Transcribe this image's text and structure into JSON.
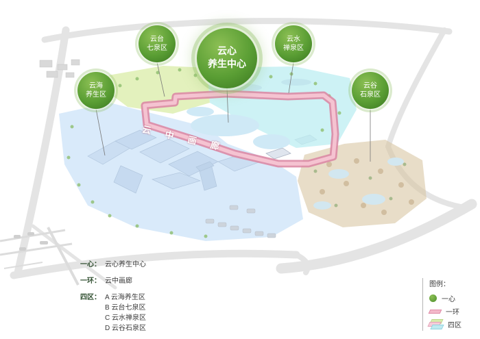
{
  "bubbles": [
    {
      "line1": "云台",
      "line2": "七泉区"
    },
    {
      "line1": "云心",
      "line2": "养生中心"
    },
    {
      "line1": "云水",
      "line2": "禅泉区"
    },
    {
      "line1": "云海",
      "line2": "养生区"
    },
    {
      "line1": "云谷",
      "line2": "石泉区"
    }
  ],
  "ribbon": {
    "label": "云中画廊"
  },
  "legend_left": {
    "rows": [
      {
        "key": "一心：",
        "value": "云心养生中心"
      },
      {
        "key": "一环：",
        "value": "云中画廊"
      },
      {
        "key": "四区：",
        "value": "A 云海养生区"
      },
      {
        "key": "",
        "value": "B 云台七泉区"
      },
      {
        "key": "",
        "value": "C 云水禅泉区"
      },
      {
        "key": "",
        "value": "D 云谷石泉区"
      }
    ]
  },
  "legend_right": {
    "title": "图例：",
    "items": [
      {
        "label": "一心"
      },
      {
        "label": "一环"
      },
      {
        "label": "四区"
      }
    ]
  },
  "colors": {
    "bubble_green": "#5a9e34",
    "ribbon_pink": "#db8aa5",
    "zone_a_blue": "#b9d9f5",
    "zone_b_yellowgreen": "#dcedad",
    "zone_c_cyan": "#bfeef2",
    "zone_d_tan": "#d9c6a4",
    "road_gray": "#e4e4e4"
  }
}
